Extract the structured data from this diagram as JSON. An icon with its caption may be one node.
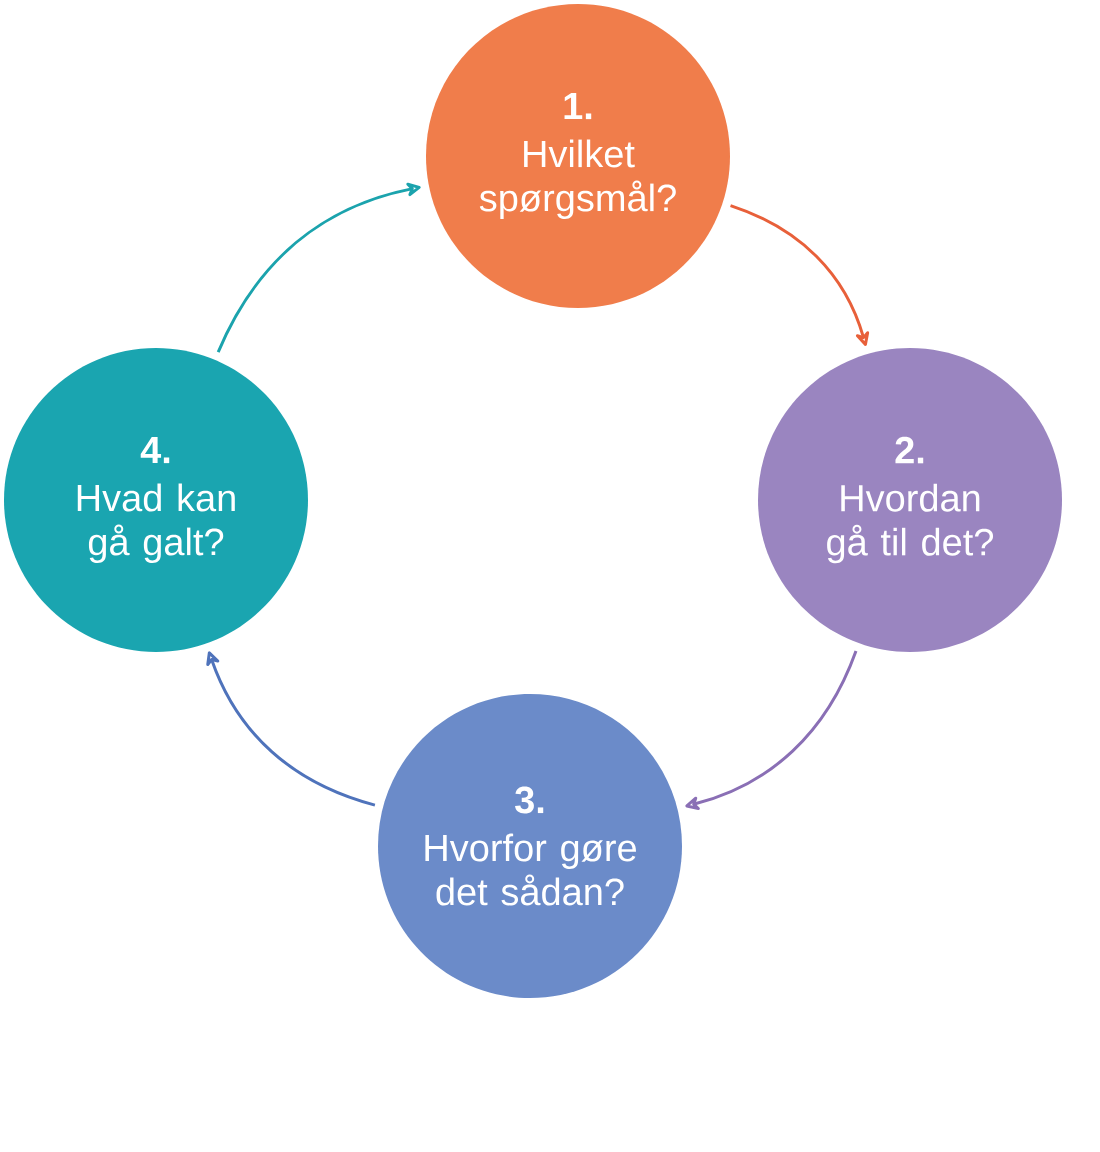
{
  "diagram": {
    "nodes": [
      {
        "text": [
          "1.",
          "Hvilket spørgsmål?"
        ]
      },
      {
        "text": [
          "2.",
          "Hvordan gå til det?"
        ]
      },
      {
        "text": [
          "3.",
          "Hvorfor gøre det sådan?"
        ]
      },
      {
        "text": [
          "4.",
          "Hvad kan gå galt?"
        ]
      }
    ],
    "edges": [
      {
        "from": 0,
        "to": 1,
        "arrow": "to",
        "color": "#e8603a"
      },
      {
        "from": 1,
        "to": 2,
        "arrow": "to",
        "color": "#8a6fb5"
      },
      {
        "from": 2,
        "to": 3,
        "arrow": "to",
        "color": "#4f73bb"
      },
      {
        "from": 3,
        "to": 0,
        "arrow": "to",
        "color": "#1ba3ad"
      }
    ]
  }
}
